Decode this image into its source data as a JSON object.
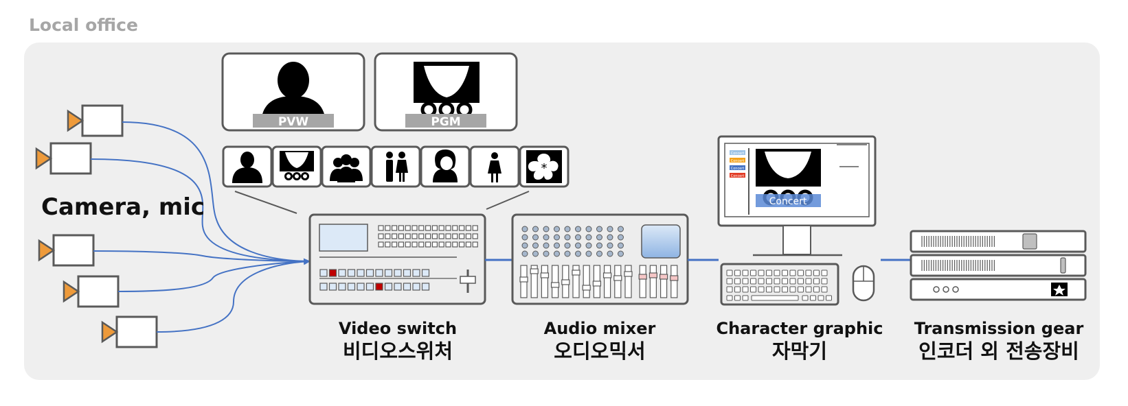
{
  "header": {
    "location": "Local office"
  },
  "sources": {
    "label": "Camera, mic"
  },
  "monitors": {
    "preview_label": "PVW",
    "program_label": "PGM"
  },
  "multiview": {
    "icons": [
      "person-silhouette-icon",
      "stage-curtain-icon",
      "group-icon",
      "couple-icon",
      "woman-portrait-icon",
      "woman-figure-icon",
      "flower-logo-icon"
    ]
  },
  "graphic_screen": {
    "caption": "Concert",
    "list_items": [
      "Concert",
      "Concert",
      "Concert",
      "Concert"
    ],
    "list_colors": [
      "#9dc3e6",
      "#f4a21c",
      "#4472c4",
      "#e23c26"
    ]
  },
  "devices": [
    {
      "en": "Video switch",
      "ko": "비디오스위처"
    },
    {
      "en": "Audio mixer",
      "ko": "오디오믹서"
    },
    {
      "en": "Character graphic",
      "ko": "자막기"
    },
    {
      "en": "Transmission gear",
      "ko": "인코더 외 전송장비"
    }
  ],
  "colors": {
    "panel": "#efefef",
    "camera_lens": "#ee9a3a",
    "link": "#4472c4",
    "device_outline": "#595959",
    "tally": "#c00000"
  }
}
